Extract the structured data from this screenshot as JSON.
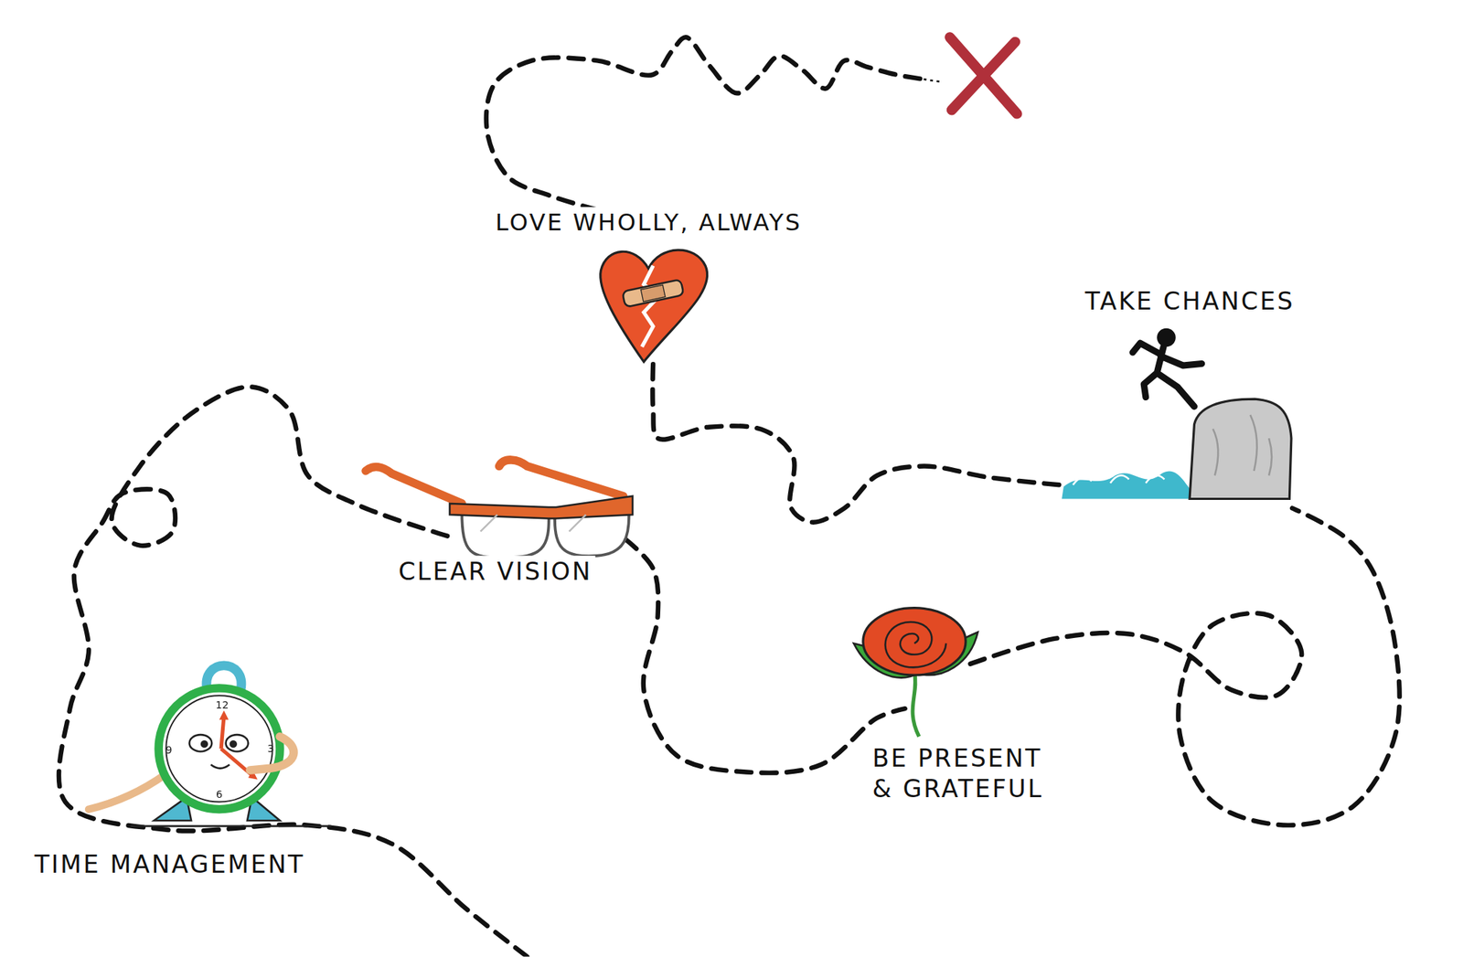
{
  "diagram": {
    "labels": [
      "LOVE WHOLLY, ALWAYS",
      "TAKE CHANCES",
      "CLEAR VISION",
      "BE PRESENT & GRATEFUL",
      "TIME MANAGEMENT",
      "12",
      "3",
      "6",
      "9"
    ]
  }
}
